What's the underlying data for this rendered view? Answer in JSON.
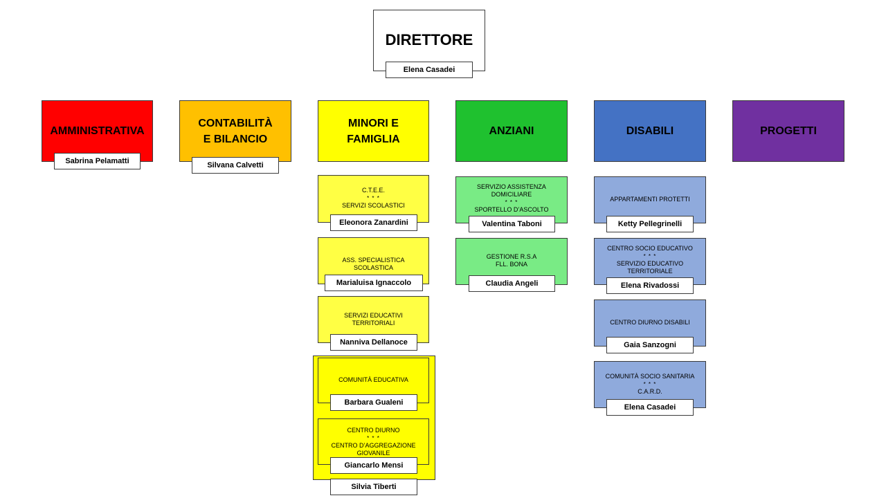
{
  "director": {
    "title": "DIRETTORE",
    "name": "Elena Casadei"
  },
  "departments": {
    "amministrativa": {
      "title": "AMMINISTRATIVA",
      "name": "Sabrina Pelamatti",
      "color": "#ff0000"
    },
    "contabilita": {
      "title_line1": "CONTABILITÀ",
      "title_line2": "E BILANCIO",
      "name": "Silvana Calvetti",
      "color": "#ffc000"
    },
    "minori": {
      "title_line1": "MINORI E",
      "title_line2": "FAMIGLIA",
      "color": "#ffff00"
    },
    "anziani": {
      "title": "ANZIANI",
      "color": "#1fc12f"
    },
    "disabili": {
      "title": "DISABILI",
      "color": "#4472c4"
    },
    "progetti": {
      "title": "PROGETTI",
      "color": "#7030a0"
    }
  },
  "minori_services": {
    "ctee": {
      "line1": "C.T.E.E.",
      "stars": "* * *",
      "line2": "SERVIZI SCOLASTICI",
      "name": "Eleonora Zanardini"
    },
    "ass_spec": {
      "line1": "ASS. SPECIALISTICA SCOLASTICA",
      "name": "Marialuisa  Ignaccolo"
    },
    "serv_edu": {
      "line1": "SERVIZI EDUCATIVI",
      "line2": "TERRITORIALI",
      "name": "Nanniva  Dellanoce"
    },
    "comunita": {
      "line1": "COMUNITÀ EDUCATIVA",
      "name": "Barbara Gualeni"
    },
    "centro_diurno": {
      "line1": "CENTRO DIURNO",
      "stars": "* * *",
      "line2": "CENTRO D’AGGREGAZIONE",
      "line3": "GIOVANILE",
      "name": "Giancarlo  Mensi"
    },
    "group_name": "Silvia Tiberti"
  },
  "anziani_services": {
    "sad": {
      "line1": "SERVIZIO ASSISTENZA",
      "line2": "DOMICILIARE",
      "stars": "* * *",
      "line3": "SPORTELLO D’ASCOLTO",
      "name": "Valentina Taboni"
    },
    "rsa": {
      "line1": "GESTIONE R.S.A",
      "line2": "FLL. BONA",
      "name": "Claudia  Angeli"
    }
  },
  "disabili_services": {
    "appartamenti": {
      "line1": "APPARTAMENTI PROTETTI",
      "name": "Ketty Pellegrinelli"
    },
    "cse": {
      "line1": "CENTRO SOCIO EDUCATIVO",
      "stars": "* * *",
      "line2": "SERVIZIO EDUCATIVO",
      "line3": "TERRITORIALE",
      "name": "Elena Rivadossi"
    },
    "cdd": {
      "line1": "CENTRO DIURNO DISABILI",
      "name": "Gaia  Sanzogni"
    },
    "css": {
      "line1": "COMUNITÀ SOCIO SANITARIA",
      "stars": "* * *",
      "line2": "C.A.R.D.",
      "name": "Elena Casadei"
    }
  }
}
